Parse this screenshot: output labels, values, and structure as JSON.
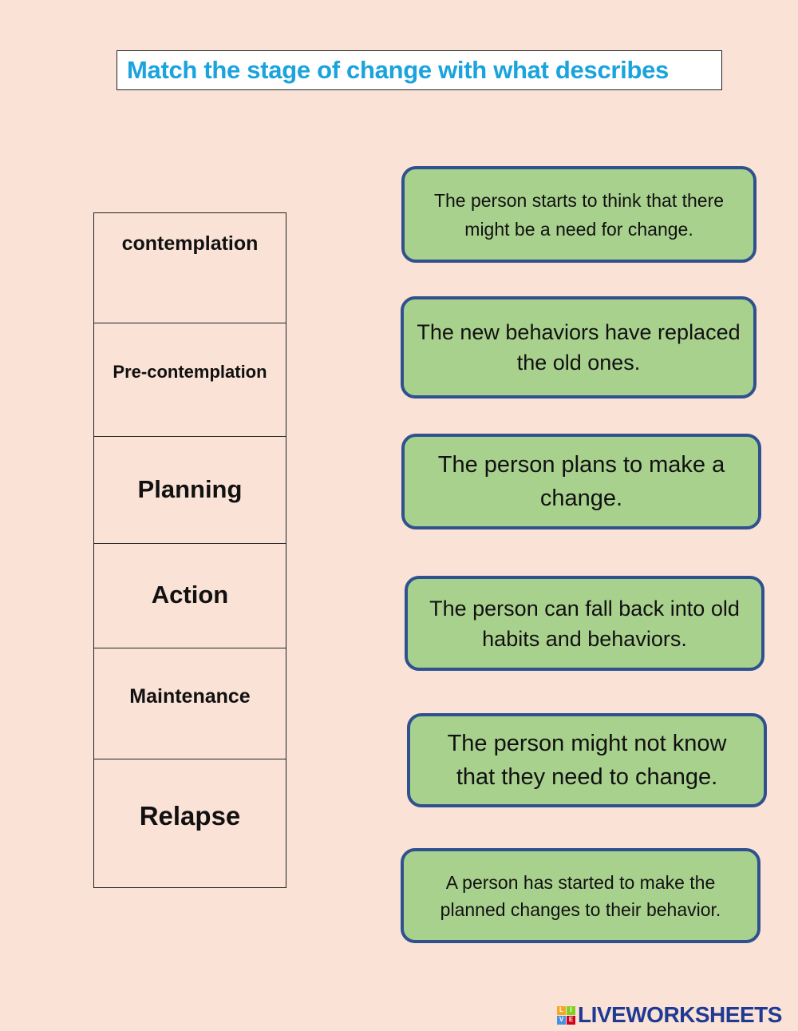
{
  "title": "Match the stage of change with what describes",
  "stages": [
    {
      "label": "contemplation"
    },
    {
      "label": "Pre-contemplation"
    },
    {
      "label": "Planning"
    },
    {
      "label": "Action"
    },
    {
      "label": "Maintenance"
    },
    {
      "label": "Relapse"
    }
  ],
  "descriptions": [
    {
      "text": "The person starts to think that there might be a need for change."
    },
    {
      "text": "The new behaviors have replaced the old ones."
    },
    {
      "text": "The person plans to make a change."
    },
    {
      "text": "The person can fall back into old habits and behaviors."
    },
    {
      "text": "The person might not know that they need to change."
    },
    {
      "text": "A person has started to make the planned changes to their behavior."
    }
  ],
  "logo": {
    "letters": [
      "L",
      "I",
      "V",
      "E"
    ],
    "text": "LIVEWORKSHEETS",
    "colors": [
      "#f5a623",
      "#7ed321",
      "#4a90e2",
      "#d0021b"
    ]
  },
  "colors": {
    "background": "#fbe2d6",
    "title": "#1aa3dd",
    "box_fill": "#a9d18e",
    "box_border": "#2f528f"
  }
}
